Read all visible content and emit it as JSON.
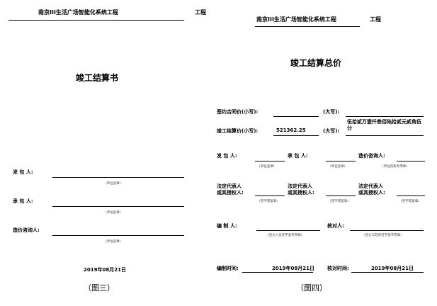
{
  "left": {
    "header_project": "南京III生活广场智能化系统工程",
    "header_suffix": "工程",
    "title": "竣工结算书",
    "fields": [
      {
        "label": "发  包  人:",
        "note": "(单位盖章)"
      },
      {
        "label": "承  包  人:",
        "note": "(单位盖章)"
      },
      {
        "label": "造价咨询人:",
        "note": "(单位盖章)"
      }
    ],
    "date": "2019年08月21日",
    "caption": "（图三）"
  },
  "right": {
    "header_project": "南京III生活广场智能化系统工程",
    "header_suffix": "工程",
    "title": "竣工结算总价",
    "contract_label": "签约合同价(小写):",
    "contract_big_label": "(大写):",
    "settle_label": "竣工结算价(小写):",
    "settle_value": "521362.25",
    "settle_big_label": "(大写):",
    "settle_big_value": "伍拾贰万壹仟叁佰陆拾贰元贰角伍分",
    "row1": [
      {
        "label": "发  包  人:",
        "note": "(单位盖章)"
      },
      {
        "label": "承  包  人:",
        "note": "(单位盖章)"
      },
      {
        "label": "造价咨询人:",
        "note": "(单位资质专用章)"
      }
    ],
    "row2": [
      {
        "label1": "法定代表人",
        "label2": "或其授权人:",
        "note": "(签字或盖章)"
      },
      {
        "label1": "法定代表人",
        "label2": "或其授权人:",
        "note": "(签字或盖章)"
      },
      {
        "label1": "法定代表人",
        "label2": "或其授权人:",
        "note": "(签字或盖章)"
      }
    ],
    "compiler_label": "编  制  人:",
    "compiler_note": "(造价人员签字盖专用章)",
    "checker_label": "核对人:",
    "checker_note": "(造价工程师签字盖专用章)",
    "compile_time_label": "编制时间:",
    "compile_time_value": "2019年08月21日",
    "check_time_label": "核对时间:",
    "check_time_value": "2019年08月21日",
    "caption": "（图四）"
  }
}
